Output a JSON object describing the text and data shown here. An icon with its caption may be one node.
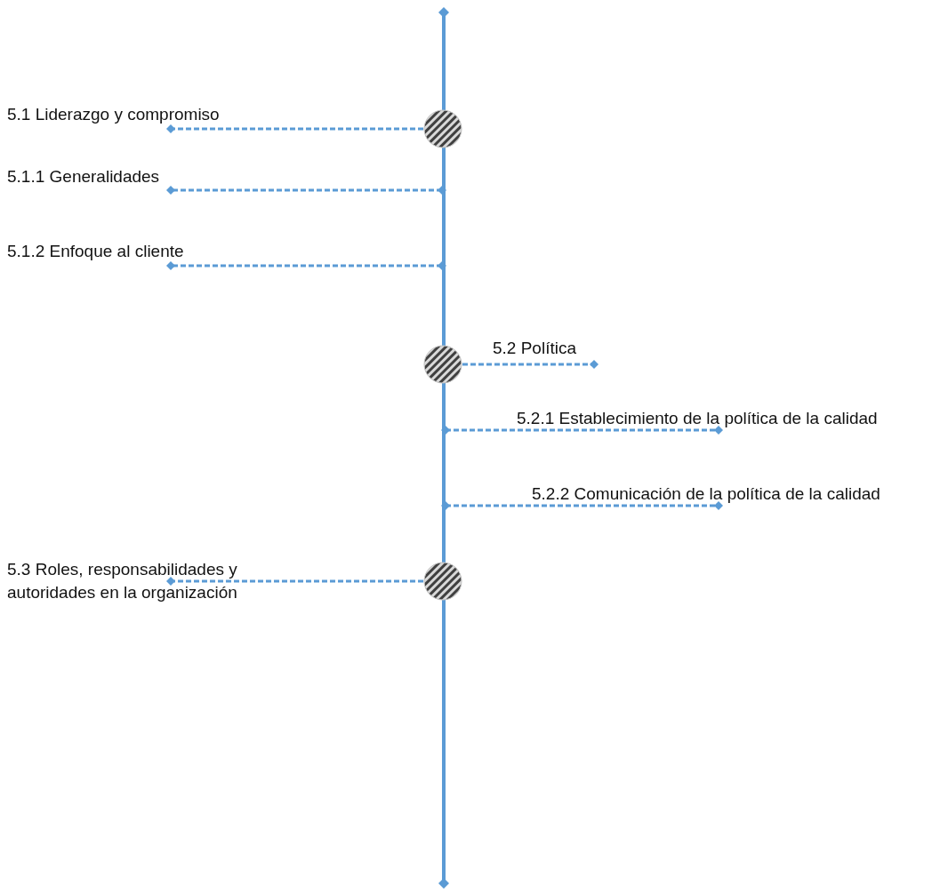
{
  "diagram": {
    "nodes": [
      {
        "text": [],
        "shape": "bar"
      },
      {
        "text": [],
        "shape": "circle"
      },
      {
        "text": [
          "5.1 Liderazgo y compromiso"
        ]
      },
      {
        "text": [
          "5.1.1 Generalidades"
        ]
      },
      {
        "text": [
          "5.1.2 Enfoque al cliente"
        ]
      },
      {
        "text": [],
        "shape": "circle"
      },
      {
        "text": [
          "5.2 Política"
        ]
      },
      {
        "text": [
          "5.2.1 Establecimiento de la política de la calidad"
        ]
      },
      {
        "text": [
          "5.2.2 Comunicación de la política de la calidad"
        ]
      },
      {
        "text": [],
        "shape": "circle"
      },
      {
        "text": [
          "5.3 Roles, responsabilidades y autoridades en la organización"
        ]
      }
    ],
    "edges": [
      {
        "from": 1,
        "to": 2,
        "arrow": "other",
        "style": "dashed"
      },
      {
        "from": 0,
        "to": 3,
        "arrow": "other",
        "style": "dashed"
      },
      {
        "from": 0,
        "to": 4,
        "arrow": "other",
        "style": "dashed"
      },
      {
        "from": 5,
        "to": 6,
        "arrow": "other",
        "style": "dashed"
      },
      {
        "from": 0,
        "to": 7,
        "arrow": "other",
        "style": "dashed"
      },
      {
        "from": 0,
        "to": 8,
        "arrow": "other",
        "style": "dashed"
      },
      {
        "from": 9,
        "to": 10,
        "arrow": "other",
        "style": "dashed"
      }
    ]
  }
}
